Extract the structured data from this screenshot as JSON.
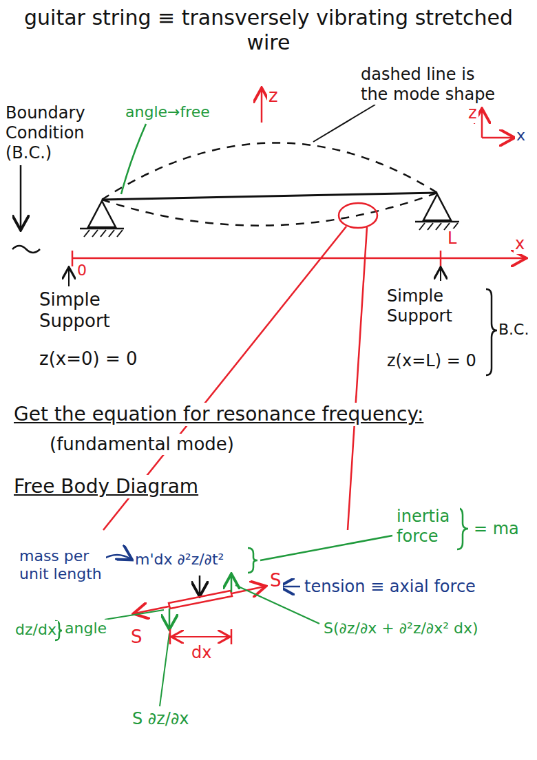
{
  "diagram": {
    "title": "guitar string ≡ transversely vibrating stretched wire",
    "labels": [
      "dashed line is the mode shape",
      "angle→free",
      "z",
      "z",
      "x",
      "Boundary Condition (B.C.)",
      "0",
      "L",
      "x",
      "Simple Support",
      "z(x=0) = 0",
      "Simple Support",
      "z(x=L) = 0",
      "B.C.",
      "Get the equation for resonance frequency:",
      "(fundamental mode)",
      "Free Body Diagram",
      "inertia force",
      "= ma",
      "mass per unit length",
      "m'dx ∂²z/∂t²",
      "S",
      "S",
      "tension ≡ axial force",
      "dz/dx",
      "angle",
      "dx",
      "S ∂z/∂x",
      "S(∂z/∂x + ∂²z/∂x² dx)"
    ]
  }
}
